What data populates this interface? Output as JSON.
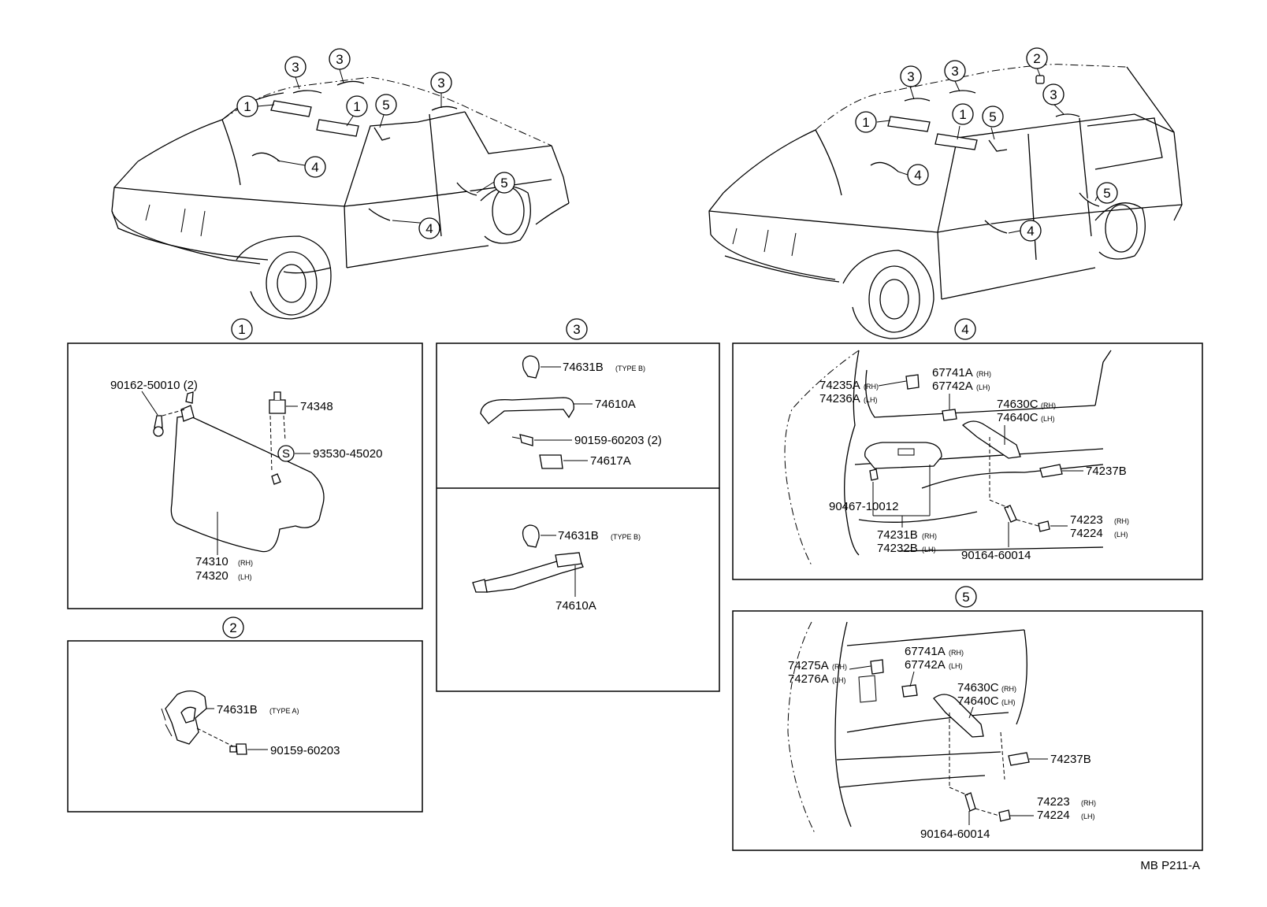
{
  "callouts": [
    "1",
    "2",
    "3",
    "4",
    "5"
  ],
  "sections": {
    "s1": {
      "title": "1",
      "labels": {
        "screw": "90162-50010 (2)",
        "holder": "74348",
        "clip_symbol": "S",
        "clip": "93530-45020",
        "visor_rh": "74310",
        "visor_rh_suffix": "(RH)",
        "visor_lh": "74320",
        "visor_lh_suffix": "(LH)"
      }
    },
    "s2": {
      "title": "2",
      "labels": {
        "hook": "74631B",
        "hook_suffix": "(TYPE A)",
        "screw": "90159-60203"
      }
    },
    "s3": {
      "title": "3",
      "labels": {
        "hook_top": "74631B",
        "hook_top_suffix": "(TYPE B)",
        "grip_top": "74610A",
        "screw": "90159-60203 (2)",
        "cap": "74617A",
        "hook_bottom": "74631B",
        "hook_bottom_suffix": "(TYPE B)",
        "grip_bottom": "74610A"
      }
    },
    "s4": {
      "title": "4",
      "labels": {
        "a1": "74235A",
        "a1s": "(RH)",
        "a2": "74236A",
        "a2s": "(LH)",
        "b1": "67741A",
        "b1s": "(RH)",
        "b2": "67742A",
        "b2s": "(LH)",
        "c1": "74630C",
        "c1s": "(RH)",
        "c2": "74640C",
        "c2s": "(LH)",
        "d": "74237B",
        "e": "90467-10012",
        "f1": "74231B",
        "f1s": "(RH)",
        "f2": "74232B",
        "f2s": "(LH)",
        "g": "90164-60014",
        "h1": "74223",
        "h1s": "(RH)",
        "h2": "74224",
        "h2s": "(LH)"
      }
    },
    "s5": {
      "title": "5",
      "labels": {
        "a1": "74275A",
        "a1s": "(RH)",
        "a2": "74276A",
        "a2s": "(LH)",
        "b1": "67741A",
        "b1s": "(RH)",
        "b2": "67742A",
        "b2s": "(LH)",
        "c1": "74630C",
        "c1s": "(RH)",
        "c2": "74640C",
        "c2s": "(LH)",
        "d": "74237B",
        "h1": "74223",
        "h1s": "(RH)",
        "h2": "74224",
        "h2s": "(LH)",
        "g": "90164-60014"
      }
    }
  },
  "footer": {
    "code": "MB P211-A"
  }
}
